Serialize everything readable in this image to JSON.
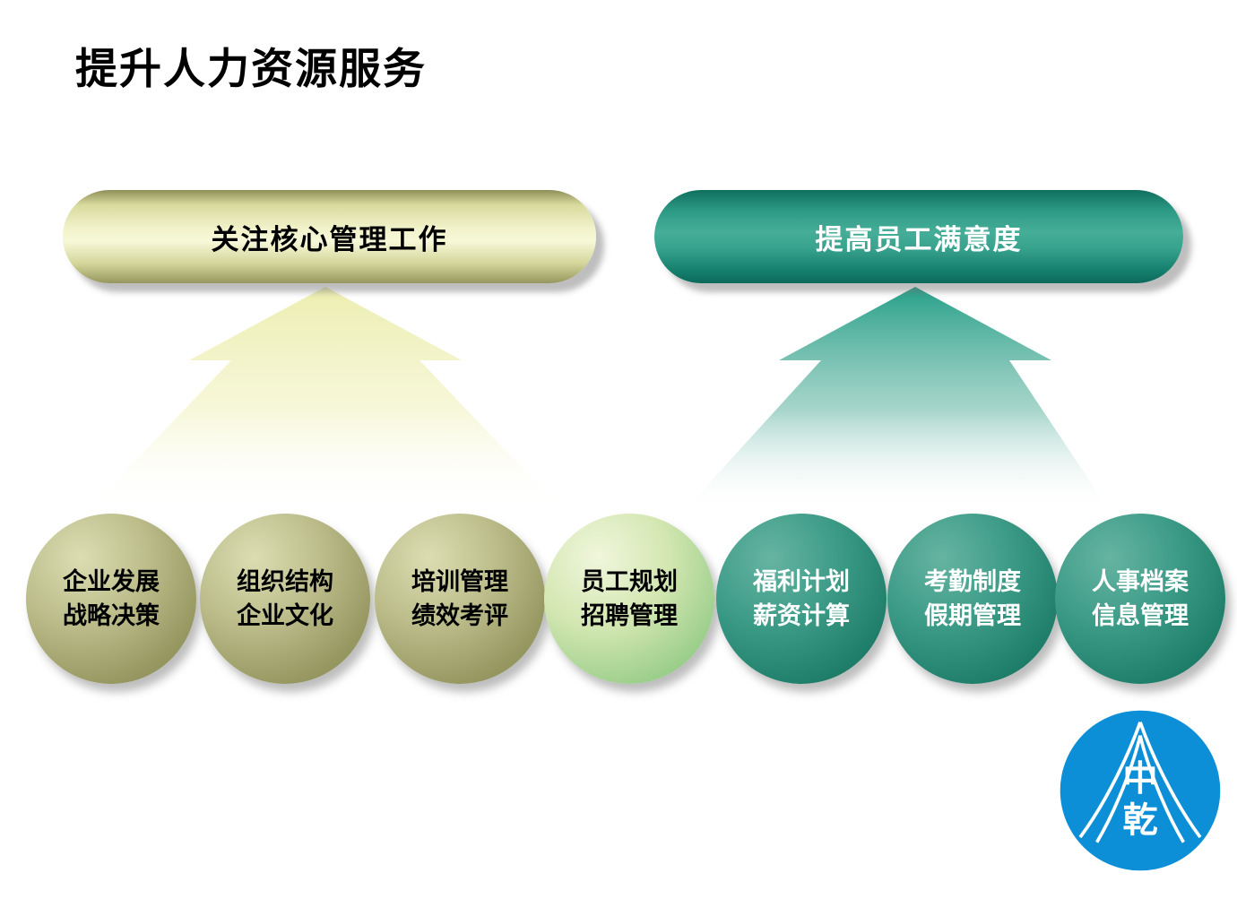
{
  "title": "提升人力资源服务",
  "pills": {
    "left": {
      "label": "关注核心管理工作"
    },
    "right": {
      "label": "提高员工满意度"
    }
  },
  "circles": [
    {
      "line1": "企业发展",
      "line2": "战略决策",
      "theme": "olive"
    },
    {
      "line1": "组织结构",
      "line2": "企业文化",
      "theme": "olive"
    },
    {
      "line1": "培训管理",
      "line2": "绩效考评",
      "theme": "olive"
    },
    {
      "line1": "员工规划",
      "line2": "招聘管理",
      "theme": "light-green"
    },
    {
      "line1": "福利计划",
      "line2": "薪资计算",
      "theme": "teal"
    },
    {
      "line1": "考勤制度",
      "line2": "假期管理",
      "theme": "teal"
    },
    {
      "line1": "人事档案",
      "line2": "信息管理",
      "theme": "teal"
    }
  ],
  "logo": {
    "char1": "中",
    "char2": "乾"
  },
  "colors": {
    "olive": "#84854f",
    "light_green": "#7fba75",
    "teal": "#146b59",
    "pill_left_highlight": "#f7f8d8",
    "pill_right_mid": "#46ad98",
    "logo_blue": "#0d8fd8"
  }
}
